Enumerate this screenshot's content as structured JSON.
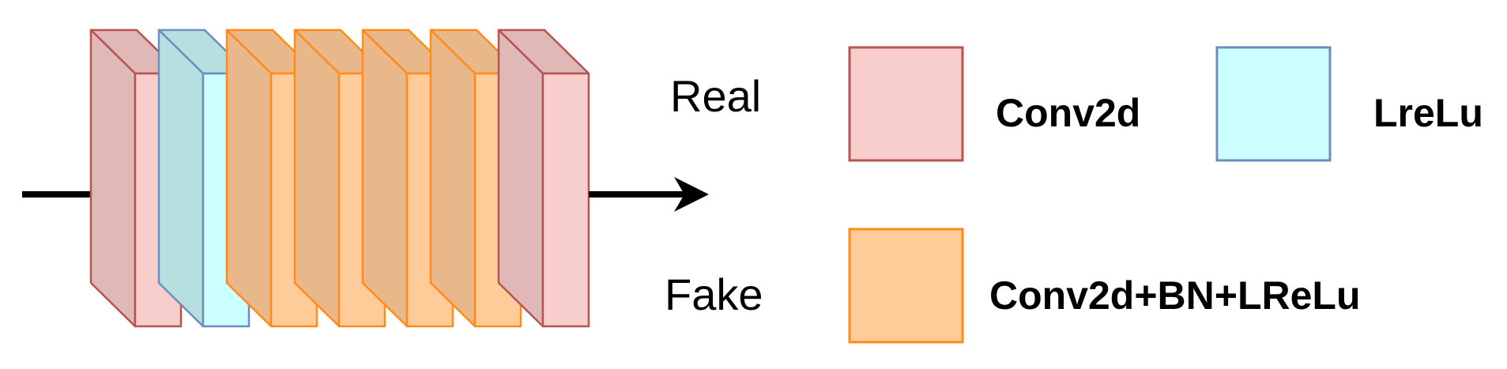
{
  "diagram": {
    "outputs": {
      "real": "Real",
      "fake": "Fake"
    },
    "layers": [
      {
        "type": "conv2d",
        "colors": {
          "side": "#E0B8B8",
          "front": "#F8CECC",
          "stroke": "#B85450"
        }
      },
      {
        "type": "lrelu",
        "colors": {
          "side": "#B6E0E0",
          "front": "#CCFFFF",
          "stroke": "#6C8EBF"
        }
      },
      {
        "type": "conv2d-bn-lrelu",
        "colors": {
          "side": "#E8B88A",
          "front": "#FFCC99",
          "stroke": "#FF8C1A"
        }
      },
      {
        "type": "conv2d-bn-lrelu",
        "colors": {
          "side": "#E8B88A",
          "front": "#FFCC99",
          "stroke": "#FF8C1A"
        }
      },
      {
        "type": "conv2d-bn-lrelu",
        "colors": {
          "side": "#E8B88A",
          "front": "#FFCC99",
          "stroke": "#FF8C1A"
        }
      },
      {
        "type": "conv2d-bn-lrelu",
        "colors": {
          "side": "#E8B88A",
          "front": "#FFCC99",
          "stroke": "#FF8C1A"
        }
      },
      {
        "type": "conv2d",
        "colors": {
          "side": "#E0B8B8",
          "front": "#F8CECC",
          "stroke": "#B85450"
        }
      }
    ],
    "legend": {
      "conv2d": {
        "label": "Conv2d",
        "fill": "#F8CECC",
        "stroke": "#B85450"
      },
      "lrelu": {
        "label": "LreLu",
        "fill": "#CCFFFF",
        "stroke": "#6C8EBF"
      },
      "conv_bn_lrelu": {
        "label": "Conv2d+BN+LReLu",
        "fill": "#FFCC99",
        "stroke": "#FF8C1A"
      }
    }
  }
}
